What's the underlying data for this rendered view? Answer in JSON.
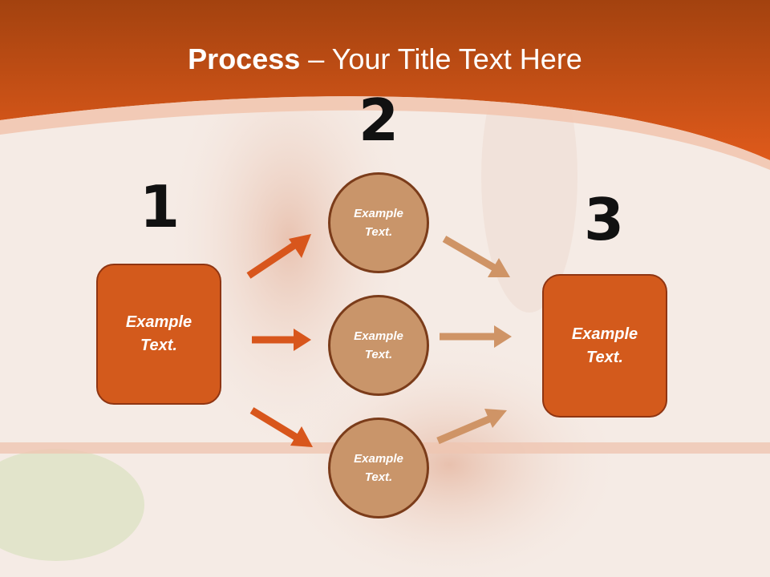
{
  "slide": {
    "title_bold": "Process",
    "title_rest": " – Your Title Text Here"
  },
  "steps": [
    {
      "number": "1",
      "label": "Example Text."
    },
    {
      "number": "2",
      "items": [
        {
          "label": "Example Text."
        },
        {
          "label": "Example Text."
        },
        {
          "label": "Example Text."
        }
      ]
    },
    {
      "number": "3",
      "label": "Example Text."
    }
  ],
  "colors": {
    "header": "#d9581b",
    "box_fill": "#d35a1c",
    "circle_fill": "#c9956a",
    "arrow_dark": "#d8561c",
    "arrow_light": "#cf9466"
  }
}
